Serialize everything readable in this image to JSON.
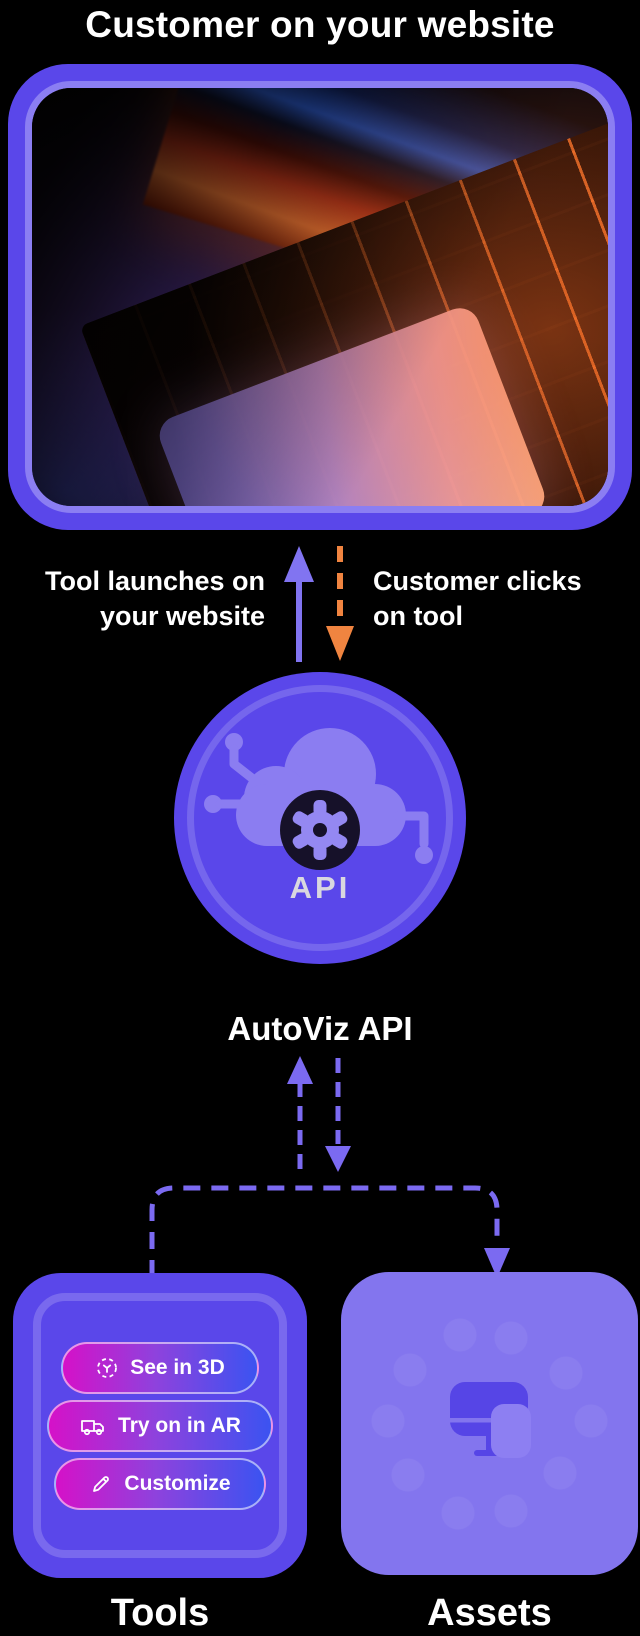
{
  "header": {
    "title": "Customer on your website"
  },
  "flow_top": {
    "left_label_line1": "Tool launches on",
    "left_label_line2": "your website",
    "right_label_line1": "Customer clicks",
    "right_label_line2": "on tool"
  },
  "api_node": {
    "icon_label": "API",
    "caption": "AutoViz API"
  },
  "bottom": {
    "tools": {
      "label": "Tools",
      "buttons": [
        {
          "label": "See in 3D",
          "icon": "rotate-3d-icon"
        },
        {
          "label": "Try on in AR",
          "icon": "ar-van-icon"
        },
        {
          "label": "Customize",
          "icon": "pencil-icon"
        }
      ]
    },
    "assets": {
      "label": "Assets",
      "icon": "presentation-display-icon"
    }
  },
  "icons": {
    "api": "cloud-gear-api-icon",
    "up_arrow": "solid-up-arrow-icon",
    "down_arrow": "dashed-down-arrow-icon"
  },
  "colors": {
    "background": "#000000",
    "purple": "#5a47ea",
    "purple_light": "#8375ee",
    "arrow_purple": "#8174f1",
    "dashed_purple": "#7b6af1",
    "orange": "#f08440",
    "button_gradient_start": "#d511c8",
    "button_gradient_mid": "#8e42dd",
    "button_gradient_end": "#3b53f1",
    "api_icon_dark": "#161129",
    "api_icon_cloud": "#8b7df1"
  }
}
